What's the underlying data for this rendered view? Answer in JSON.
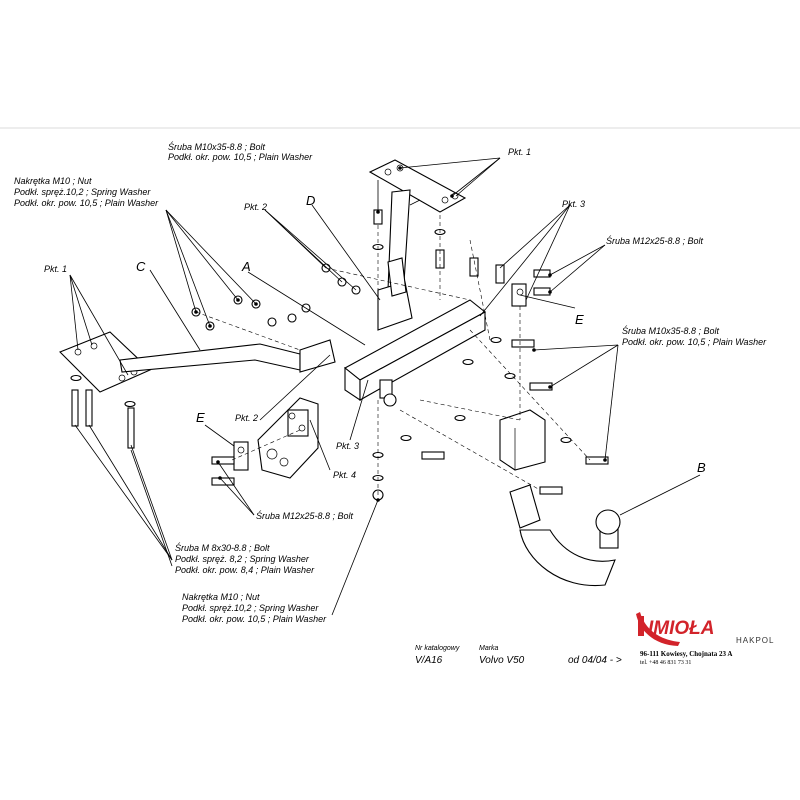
{
  "labels": {
    "bolt_top_1": "Śruba M10x35-8.8 ;  Bolt",
    "bolt_top_2": "Podkł. okr. pow. 10,5 ; Plain Washer",
    "pkt1_top": "Pkt. 1",
    "nut_left_1": "Nakrętka  M10 ; Nut",
    "nut_left_2": "Podkł. spręż.10,2 ; Spring Washer",
    "nut_left_3": "Podkł. okr. pow. 10,5 ; Plain Washer",
    "letter_d": "D",
    "pkt2_top": "Pkt. 2",
    "pkt3_right": "Pkt. 3",
    "bolt_m12_right": "Śruba M12x25-8.8 ;  Bolt",
    "letter_c": "C",
    "letter_a": "A",
    "pkt1_left": "Pkt. 1",
    "letter_e_right": "E",
    "bolt_m10_right_1": "Śruba M10x35-8.8 ;  Bolt",
    "bolt_m10_right_2": "Podkł. okr. pow. 10,5 ; Plain Washer",
    "letter_e_left": "E",
    "pkt2_mid": "Pkt. 2",
    "pkt3_bottom": "Pkt. 3",
    "pkt4": "Pkt. 4",
    "letter_b": "B",
    "bolt_m12_bottom": "Śruba M12x25-8.8 ;  Bolt",
    "bolt_m8_1": "Śruba M 8x30-8.8 ;  Bolt",
    "bolt_m8_2": "Podkł. spręż.  8,2 ; Spring Washer",
    "bolt_m8_3": "Podkł. okr. pow. 8,4 ; Plain Washer",
    "nut_bottom_1": "Nakrętka  M10 ; Nut",
    "nut_bottom_2": "Podkł. spręż.10,2 ; Spring Washer",
    "nut_bottom_3": "Podkł. okr. pow. 10,5 ; Plain Washer"
  },
  "footer": {
    "catalog_caption": "Nr katalogowy",
    "catalog_value": "V/A16",
    "make_caption": "Marka",
    "make_value": "Volvo V50",
    "from_value": "od  04/04 - >"
  },
  "logo": {
    "brand": "IMIOŁA",
    "sub": "HAKPOL",
    "address": "96-111 Kowiesy, Chojnata 23 A",
    "phone": "tel. +48 46 831 73 31",
    "brand_color": "#d2232a"
  }
}
